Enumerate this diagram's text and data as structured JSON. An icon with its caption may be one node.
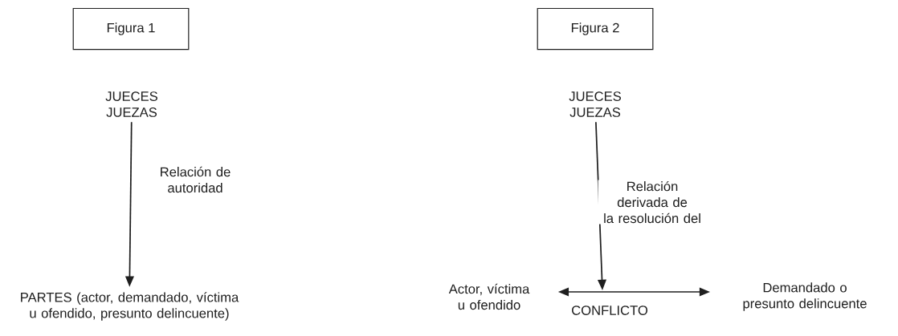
{
  "diagram": {
    "nodes": [
      {
        "text": [
          "Figura 1"
        ]
      },
      {
        "text": [
          "JUECES JUEZAS"
        ]
      },
      {
        "text": [
          "PARTES (actor, demandado, víctima u ofendido, presunto delincuente)"
        ]
      },
      {
        "text": [
          "Figura 2"
        ]
      },
      {
        "text": [
          "JUECES JUEZAS"
        ]
      },
      {
        "text": [
          "Actor, víctima u ofendido"
        ]
      },
      {
        "text": [
          "Demandado o presunto delincuente"
        ]
      }
    ],
    "edges": [
      {
        "from": 1,
        "to": 2,
        "arrow": "to",
        "label": "Relación de autoridad"
      },
      {
        "from": 4,
        "to": null,
        "arrow": "to",
        "label": "Relación derivada de la resolución del"
      },
      {
        "from": 5,
        "to": 6,
        "arrow": "both",
        "label": "CONFLICTO"
      }
    ]
  }
}
